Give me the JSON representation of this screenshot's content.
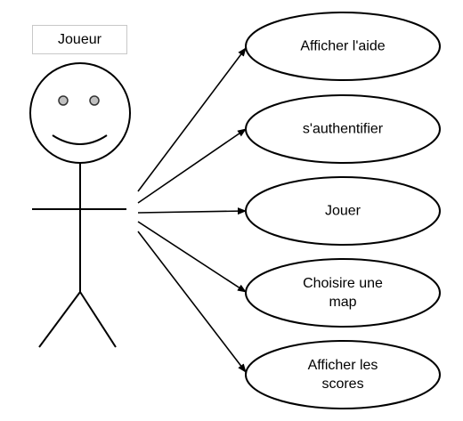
{
  "actor": {
    "name": "Joueur"
  },
  "use_cases": [
    {
      "label": "Afficher l'aide"
    },
    {
      "label": "s'authentifier"
    },
    {
      "label": "Jouer"
    },
    {
      "label": "Choisire une\nmap"
    },
    {
      "label": "Afficher les\nscores"
    }
  ],
  "colors": {
    "stroke": "#000000",
    "eye_fill": "#c0c0c0",
    "actor_box_border": "#c8c8c8"
  }
}
